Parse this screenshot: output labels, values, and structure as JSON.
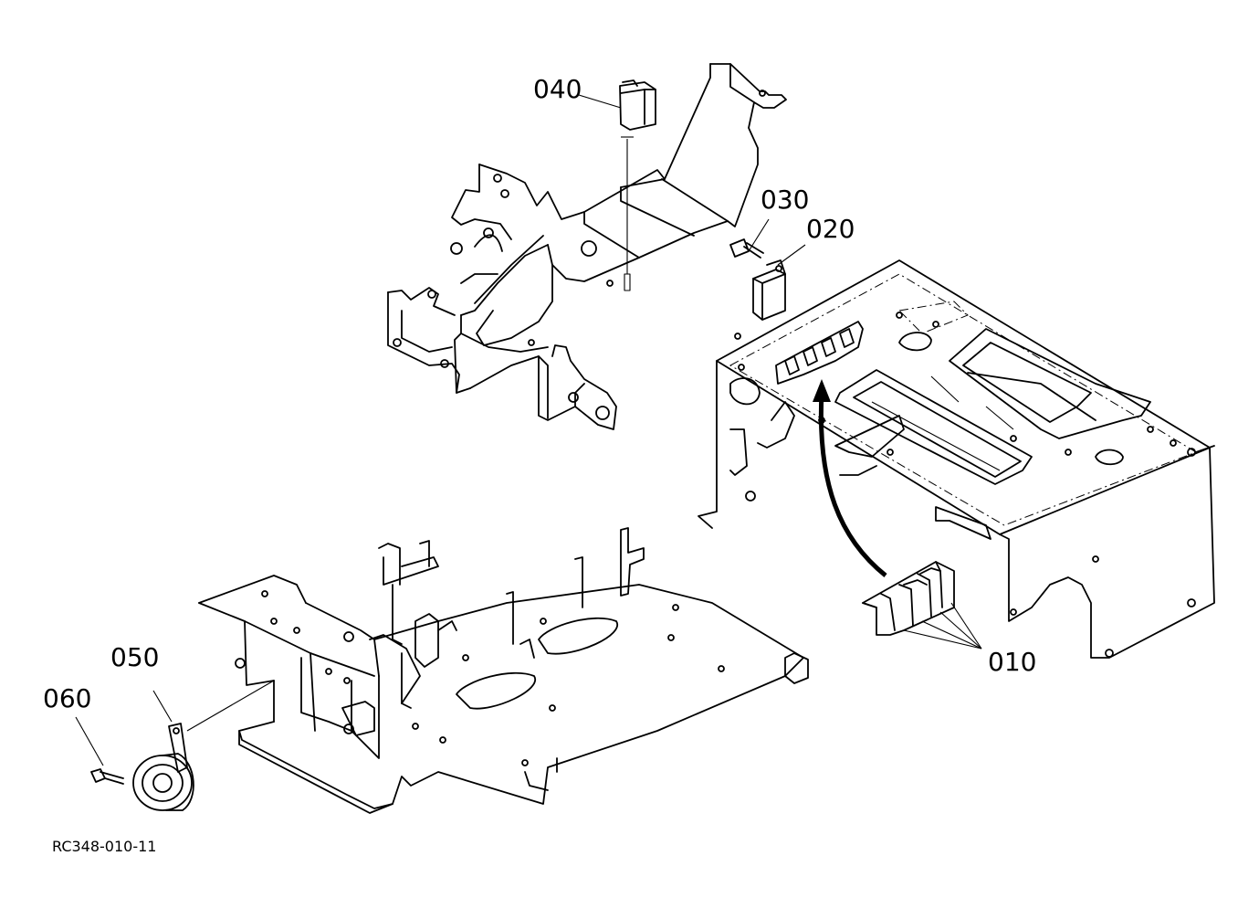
{
  "diagram": {
    "code": "RC348-010-11",
    "callouts": [
      {
        "id": "010",
        "label": "010"
      },
      {
        "id": "020",
        "label": "020"
      },
      {
        "id": "030",
        "label": "030"
      },
      {
        "id": "040",
        "label": "040"
      },
      {
        "id": "050",
        "label": "050"
      },
      {
        "id": "060",
        "label": "060"
      }
    ]
  }
}
